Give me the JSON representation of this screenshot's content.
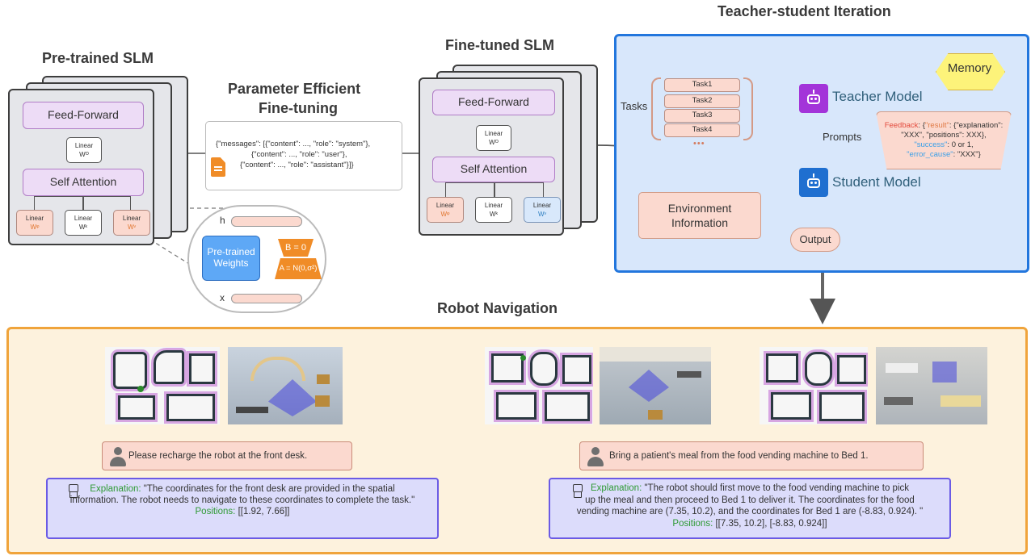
{
  "pretrained": {
    "title": "Pre-trained SLM",
    "feed_forward": "Feed-Forward",
    "self_attention": "Self Attention",
    "linear": "Linear",
    "wk": "Wᵏ",
    "wq": "Wᵠ",
    "wv": "Wᵛ",
    "wo": "Wᴼ"
  },
  "lora": {
    "h": "h",
    "x": "x",
    "weights": "Pre-trained Weights",
    "b_label": "B = 0",
    "a_label": "A = N(0,σ²)"
  },
  "peft": {
    "title_line1": "Parameter Efficient",
    "title_line2": "Fine-tuning",
    "msg_line1": "{\"messages\": [{\"content\": ..., \"role\": \"system\"},",
    "msg_line2": "{\"content\": ..., \"role\": \"user\"},",
    "msg_line3": "{\"content\": ..., \"role\": \"assistant\"}]}"
  },
  "finetuned": {
    "title": "Fine-tuned SLM",
    "feed_forward": "Feed-Forward",
    "self_attention": "Self Attention",
    "linear": "Linear",
    "wk": "Wᵏ",
    "wq": "Wᵠ",
    "wv": "Wᵛ",
    "wo": "Wᴼ"
  },
  "teacher_student": {
    "title": "Teacher-student Iteration",
    "tasks_label": "Tasks",
    "tasks": [
      "Task1",
      "Task2",
      "Task3",
      "Task4"
    ],
    "ellipsis": "•••",
    "teacher": "Teacher Model",
    "student": "Student Model",
    "prompts": "Prompts",
    "memory": "Memory",
    "env_line1": "Environment",
    "env_line2": "Information",
    "output": "Output",
    "feedback_key": "Feedback",
    "feedback_result": "\"result\"",
    "feedback_explanation": "\"explanation\"",
    "feedback_xxx": "\"XXX\"",
    "feedback_positions": "\"positions\"",
    "feedback_positions_val": "XXX},",
    "feedback_success": "\"success\"",
    "feedback_success_val": "0 or 1,",
    "feedback_error": "\"error_cause\"",
    "feedback_error_val": "\"XXX\"}",
    "colors": {
      "teacher_icon": "#a334d9",
      "student_icon": "#1f6fd0"
    }
  },
  "navigation": {
    "title": "Robot Navigation",
    "left": {
      "command": "Please recharge the robot at the front desk.",
      "explanation_label": "Explanation:",
      "explanation_line1": "\"The coordinates for the front desk are provided in the spatial",
      "explanation_line2": "information. The robot needs to navigate to these coordinates to complete the task.\"",
      "positions_label": "Positions:",
      "positions_value": "[[1.92, 7.66]]"
    },
    "right": {
      "command": "Bring a patient's meal from the food vending machine to Bed 1.",
      "explanation_label": "Explanation:",
      "explanation_line1": "\"The robot should first move to the food vending machine to pick",
      "explanation_line2": "up the meal and then proceed to Bed 1 to deliver it. The coordinates for the food",
      "explanation_line3": "vending machine are (7.35, 10.2), and the coordinates for Bed 1 are (-8.83, 0.924). \"",
      "positions_label": "Positions:",
      "positions_value": "[[7.35, 10.2], [-8.83, 0.924]]"
    }
  }
}
